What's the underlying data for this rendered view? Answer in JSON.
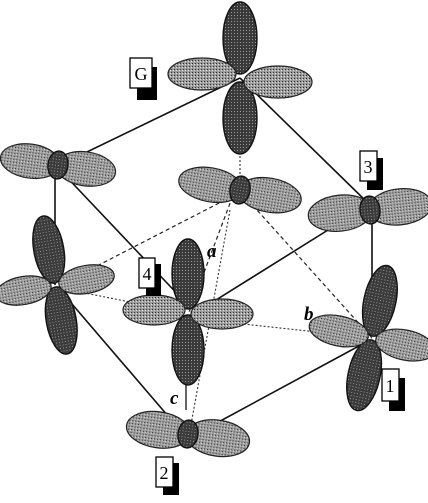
{
  "labels": {
    "site_G": "G",
    "site_1": "1",
    "site_2": "2",
    "site_3": "3",
    "site_4": "4"
  },
  "vectors": {
    "a": "a",
    "b": "b",
    "c": "c"
  },
  "colors": {
    "line": "#111111",
    "lobe_dark": "#2a2a2a",
    "lobe_light": "#8a8a8a",
    "background": "#ffffff"
  }
}
